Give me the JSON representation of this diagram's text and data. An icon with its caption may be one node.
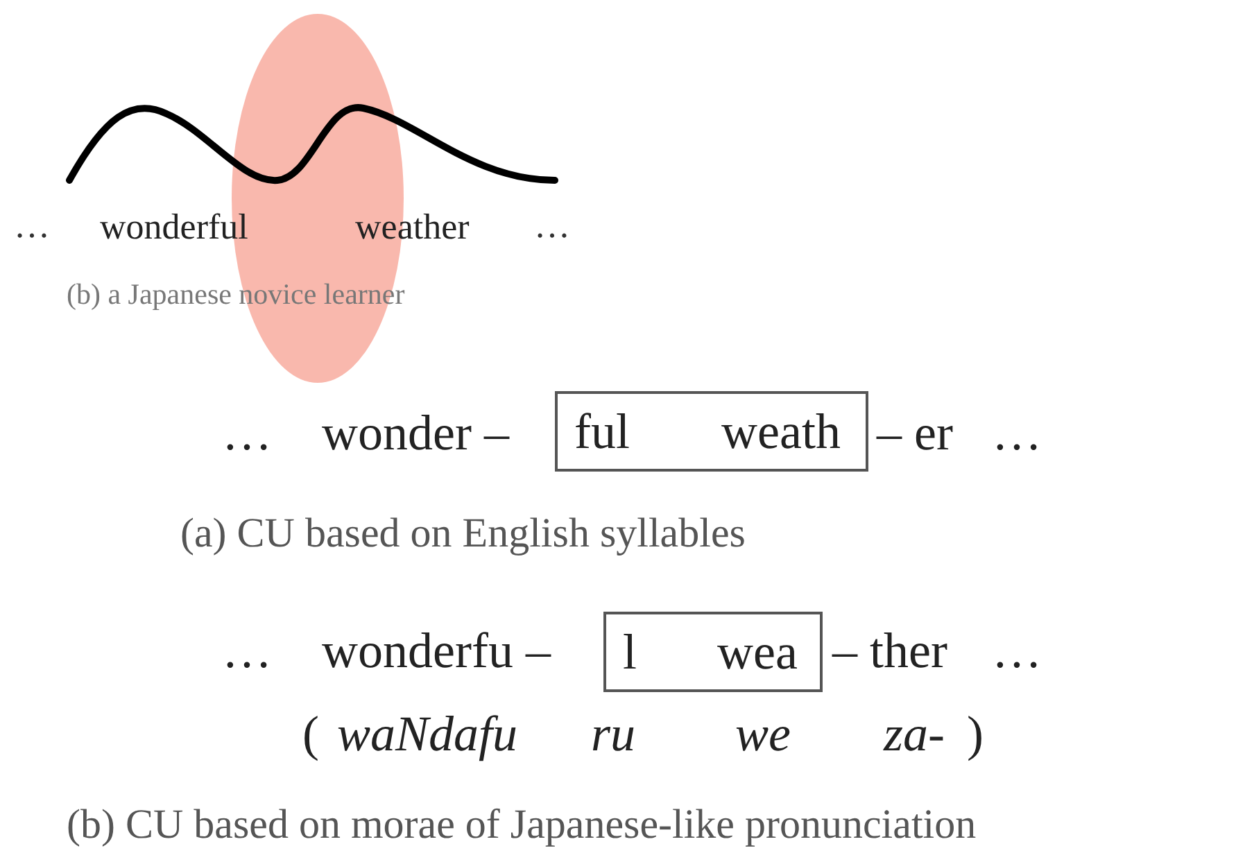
{
  "diagram": {
    "nodes": [
      {
        "text": [
          "ful",
          "weath"
        ]
      },
      {
        "text": [
          "l",
          "wea"
        ]
      }
    ],
    "edges": [],
    "labels": [
      "…",
      "wonderful",
      "weather",
      "…",
      "(b) a Japanese novice learner",
      "…",
      "wonder –",
      "– er",
      "…",
      "(a) CU based on English syllables",
      "…",
      "wonderfu –",
      "– ther",
      "…",
      "(",
      "waNdafu",
      "ru",
      "we",
      "za-",
      ")",
      "(b) CU based on morae of Japanese-like pronunciation"
    ]
  }
}
